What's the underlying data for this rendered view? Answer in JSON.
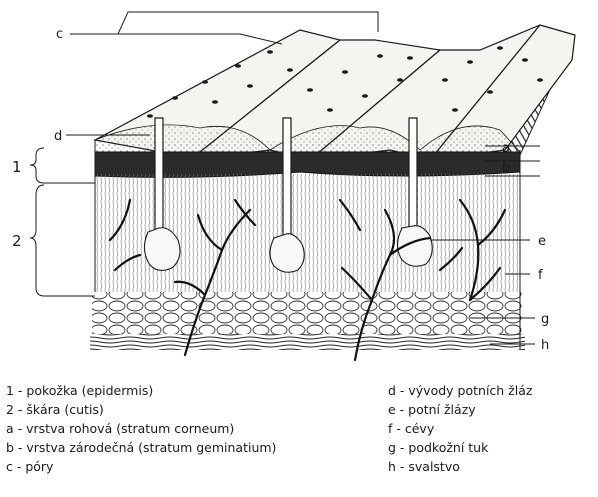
{
  "labels": {
    "c": "c",
    "d": "d",
    "a": "a",
    "b": "b",
    "one": "1",
    "two": "2",
    "e": "e",
    "f": "f",
    "g": "g",
    "h": "h"
  },
  "legend": {
    "left": [
      "1 - pokožka (epidermis)",
      "2 - škára (cutis)",
      "a - vrstva rohová (stratum corneum)",
      "b - vrstva zárodečná (stratum geminatium)",
      "c - póry"
    ],
    "right": [
      "d - vývody potních žláz",
      "e - potní žlázy",
      "f - cévy",
      "g - podkožní tuk",
      "h - svalstvo"
    ]
  },
  "colors": {
    "ink": "#1a1a1a",
    "paper": "#ffffff",
    "dark_layer": "#2b2b2b",
    "stipple": "#444444"
  }
}
